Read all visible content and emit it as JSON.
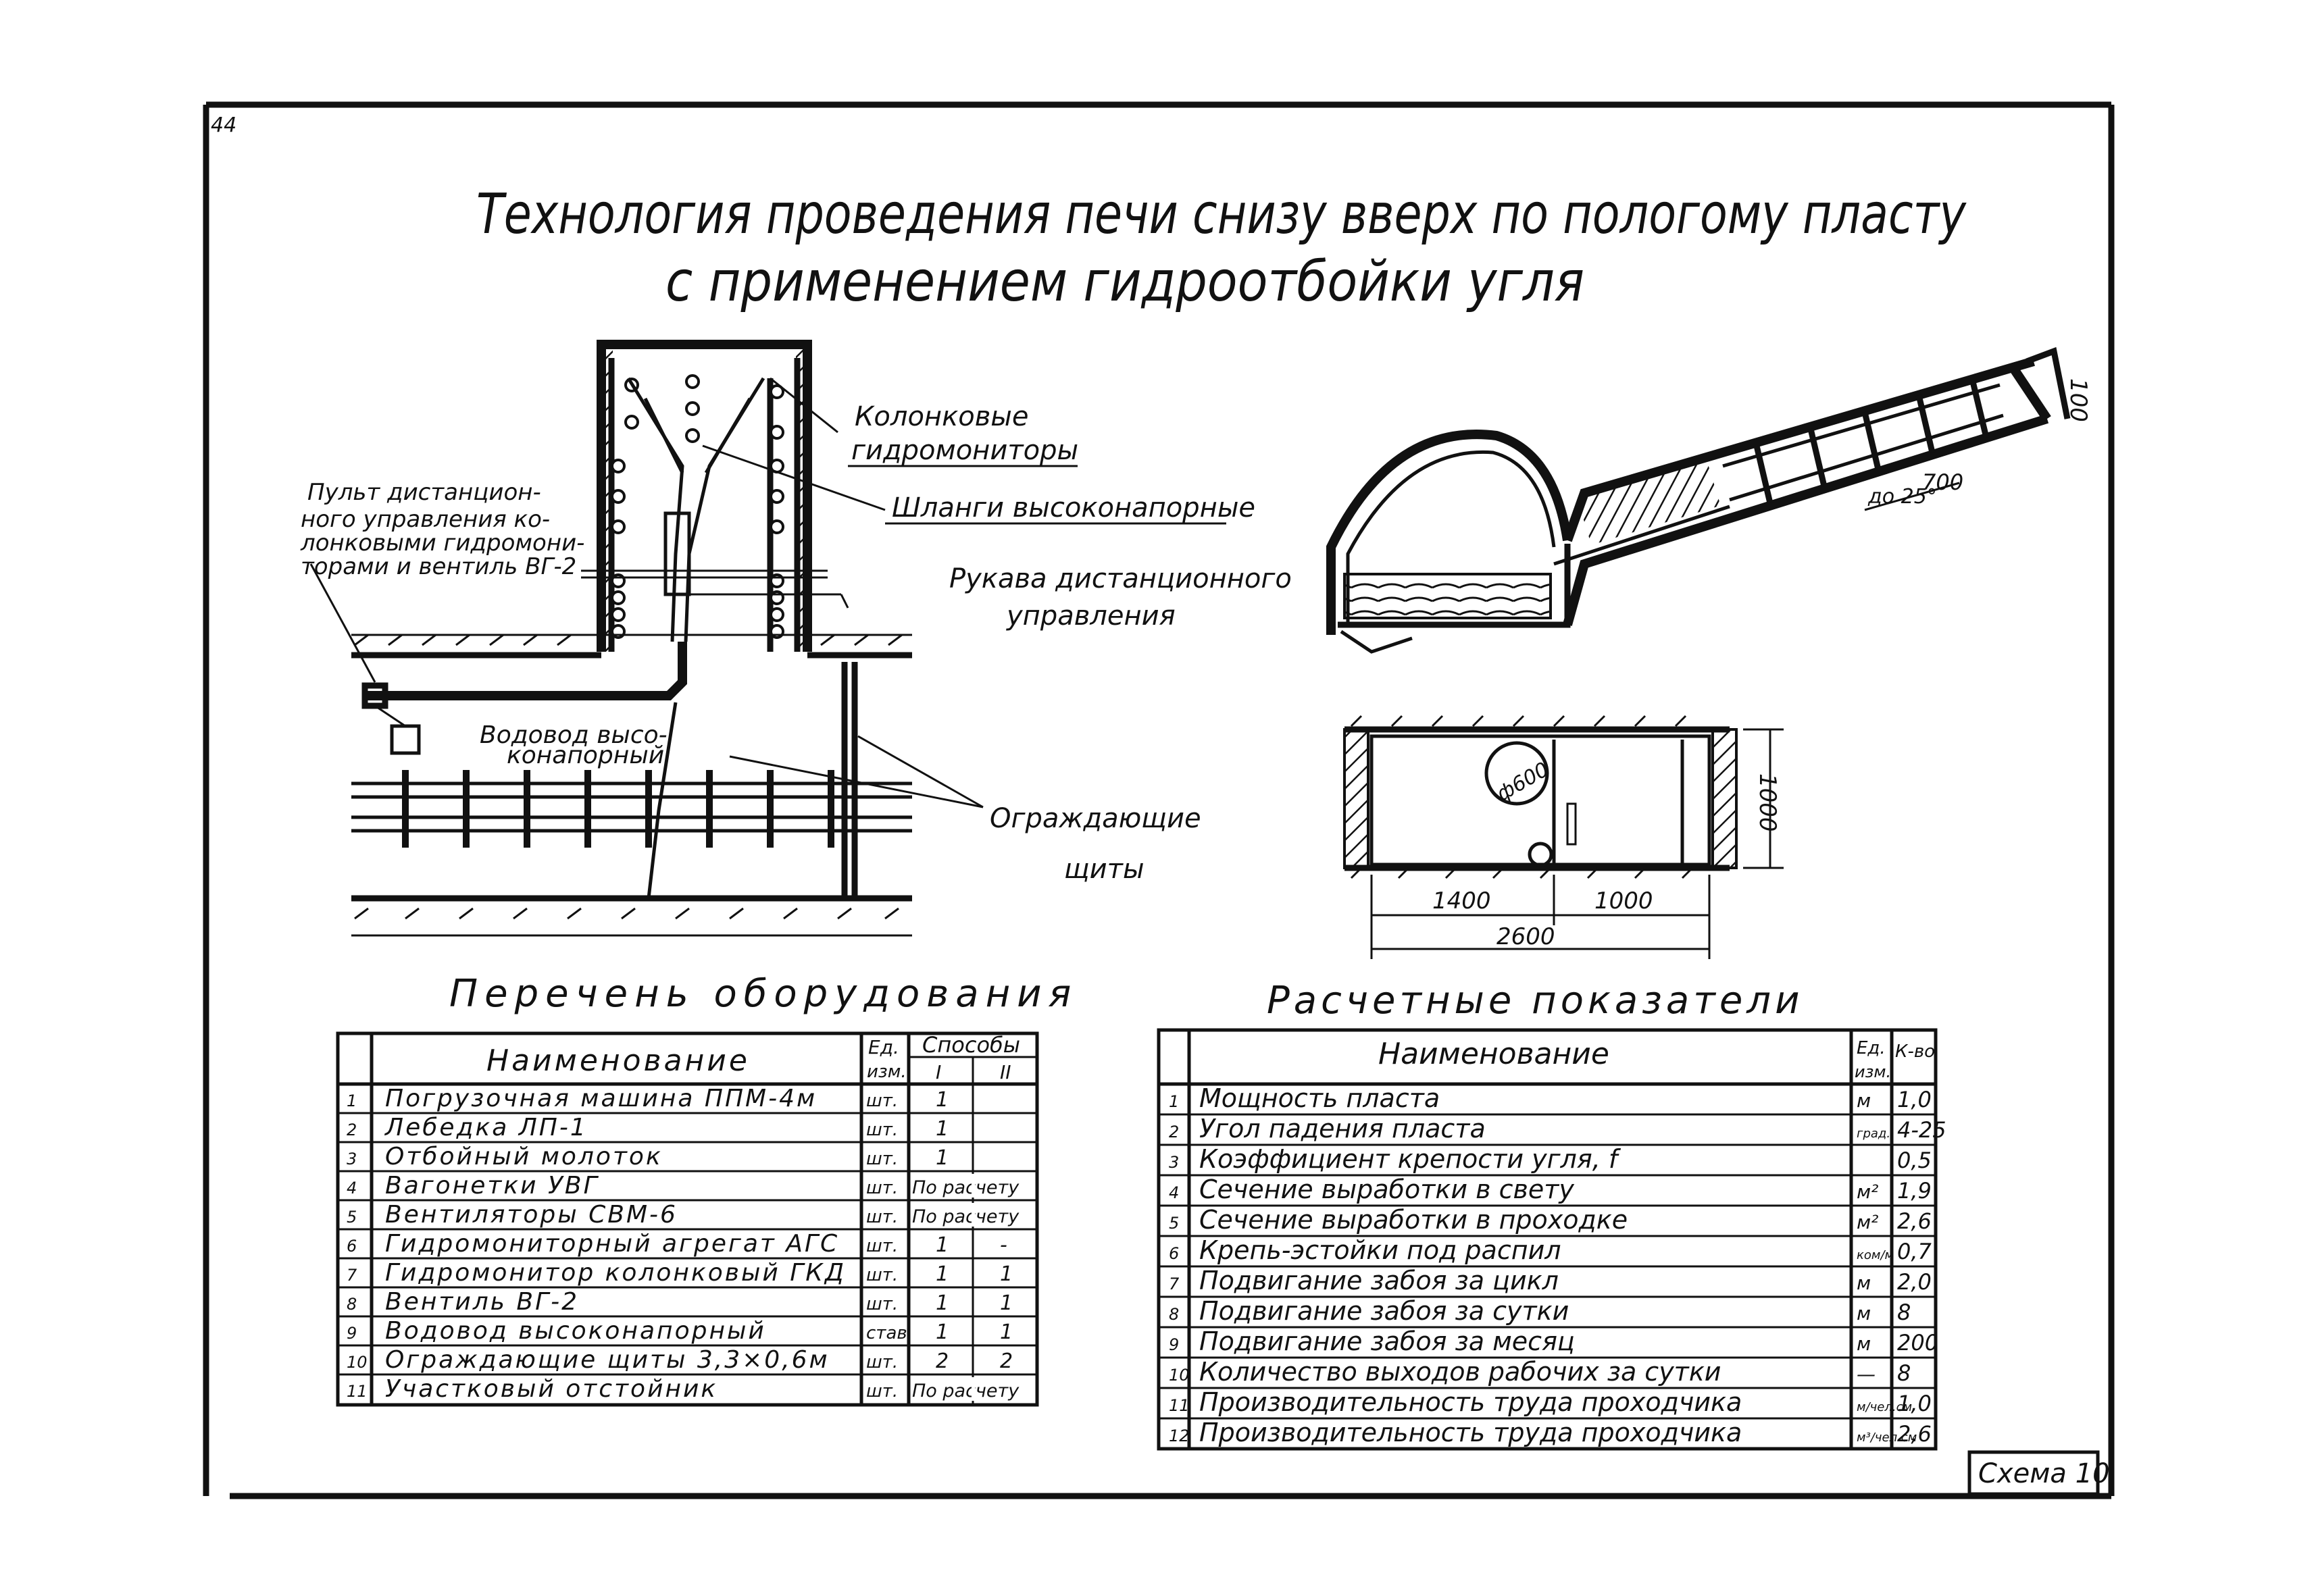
{
  "page": {
    "number": "44",
    "scheme": "Схема 10"
  },
  "title": {
    "line1": "Технология проведения печи снизу вверх по пологому пласту",
    "line2": "с применением гидроотбойки угля"
  },
  "labels": {
    "monitors_1": "Колонковые",
    "monitors_2": "гидромониторы",
    "hoses": "Шланги высоконапорные",
    "sleeves_1": "Рукава дистанционного",
    "sleeves_2": "управления",
    "console_1": "Пульт дистанцион-",
    "console_2": "ного управления ко-",
    "console_3": "лонковыми гидромони-",
    "console_4": "торами и вентиль ВГ-2",
    "pipe_1": "Водовод высо-",
    "pipe_2": "конапорный",
    "shields_1": "Ограждающие",
    "shields_2": "щиты"
  },
  "dims": {
    "d100": "100",
    "d700": "700",
    "angle": "до 25°",
    "dia": "ф600",
    "h1000": "1000",
    "w1400": "1400",
    "w1000": "1000",
    "w2600": "2600"
  },
  "equipment": {
    "heading": "Перечень оборудования",
    "col_name": "Наименование",
    "col_unit_1": "Ед.",
    "col_unit_2": "изм.",
    "col_methods": "Способы",
    "col_m1": "I",
    "col_m2": "II",
    "rows": [
      {
        "n": "1",
        "name": "Погрузочная машина ППМ-4м",
        "unit": "шт.",
        "m1": "1",
        "m2": ""
      },
      {
        "n": "2",
        "name": "Лебедка ЛП-1",
        "unit": "шт.",
        "m1": "1",
        "m2": ""
      },
      {
        "n": "3",
        "name": "Отбойный молоток",
        "unit": "шт.",
        "m1": "1",
        "m2": ""
      },
      {
        "n": "4",
        "name": "Вагонетки УВГ",
        "unit": "шт.",
        "m1": "По расчету",
        "m2": ""
      },
      {
        "n": "5",
        "name": "Вентиляторы СВМ-6",
        "unit": "шт.",
        "m1": "По расчету",
        "m2": ""
      },
      {
        "n": "6",
        "name": "Гидромониторный агрегат АГС",
        "unit": "шт.",
        "m1": "1",
        "m2": "-"
      },
      {
        "n": "7",
        "name": "Гидромонитор колонковый ГКД",
        "unit": "шт.",
        "m1": "1",
        "m2": "1"
      },
      {
        "n": "8",
        "name": "Вентиль ВГ-2",
        "unit": "шт.",
        "m1": "1",
        "m2": "1"
      },
      {
        "n": "9",
        "name": "Водовод высоконапорный",
        "unit": "став",
        "m1": "1",
        "m2": "1"
      },
      {
        "n": "10",
        "name": "Ограждающие щиты 3,3×0,6м",
        "unit": "шт.",
        "m1": "2",
        "m2": "2"
      },
      {
        "n": "11",
        "name": "Участковый отстойник",
        "unit": "шт.",
        "m1": "По расчету",
        "m2": ""
      }
    ]
  },
  "indicators": {
    "heading": "Расчетные показатели",
    "col_name": "Наименование",
    "col_unit_1": "Ед.",
    "col_unit_2": "изм.",
    "col_value": "К-во",
    "rows": [
      {
        "n": "1",
        "name": "Мощность пласта",
        "unit": "м",
        "value": "1,0"
      },
      {
        "n": "2",
        "name": "Угол падения пласта",
        "unit": "град.",
        "value": "4-25"
      },
      {
        "n": "3",
        "name": "Коэффициент крепости угля, f",
        "unit": "",
        "value": "0,5"
      },
      {
        "n": "4",
        "name": "Сечение выработки в свету",
        "unit": "м²",
        "value": "1,9"
      },
      {
        "n": "5",
        "name": "Сечение выработки в проходке",
        "unit": "м²",
        "value": "2,6"
      },
      {
        "n": "6",
        "name": "Крепь-эстойки под распил",
        "unit": "ком/м",
        "value": "0,7"
      },
      {
        "n": "7",
        "name": "Подвигание забоя за цикл",
        "unit": "м",
        "value": "2,0"
      },
      {
        "n": "8",
        "name": "Подвигание забоя за сутки",
        "unit": "м",
        "value": "8"
      },
      {
        "n": "9",
        "name": "Подвигание забоя за месяц",
        "unit": "м",
        "value": "200"
      },
      {
        "n": "10",
        "name": "Количество выходов рабочих за сутки",
        "unit": "—",
        "value": "8"
      },
      {
        "n": "11",
        "name": "Производительность труда проходчика",
        "unit": "м/чел.см",
        "value": "1,0"
      },
      {
        "n": "12",
        "name": "Производительность труда проходчика",
        "unit": "м³/чел.см",
        "value": "2,6"
      }
    ]
  }
}
